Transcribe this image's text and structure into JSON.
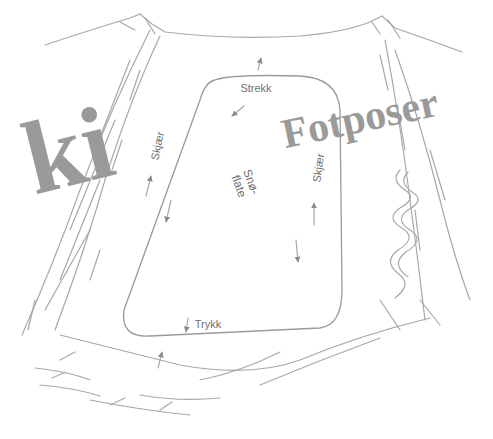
{
  "diagram": {
    "nodes": [
      {
        "text": [
          "Snø- flate"
        ]
      }
    ],
    "labels": [
      "ki",
      "Fotposer",
      "Strekk",
      "Skjær",
      "Skjær",
      "Trykk"
    ]
  }
}
